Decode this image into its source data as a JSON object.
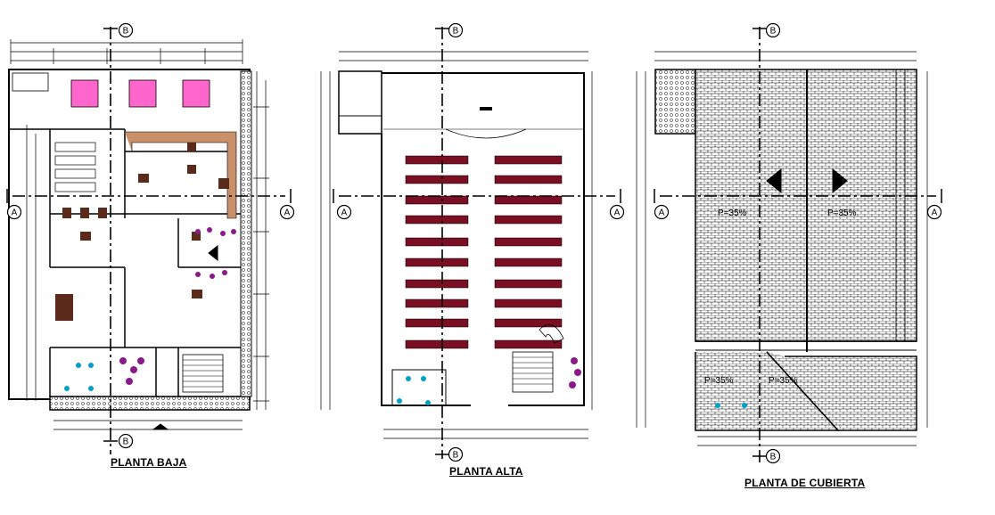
{
  "axes": {
    "a": "A",
    "b": "B"
  },
  "plans": [
    {
      "id": "baja",
      "title": "PLANTA BAJA"
    },
    {
      "id": "alta",
      "title": "PLANTA ALTA"
    },
    {
      "id": "cubierta",
      "title": "PLANTA DE CUBIERTA",
      "slope_labels": [
        "P=35%",
        "P=35%",
        "P=35%",
        "P=35%"
      ]
    }
  ],
  "colors": {
    "line": "#000000",
    "bed": "#ff66cc",
    "chair": "#7a0f24",
    "wood": "#c8916a",
    "plant": "#8a1a8a",
    "furniture": "#5a2a1a",
    "water": "#00a0c8"
  }
}
